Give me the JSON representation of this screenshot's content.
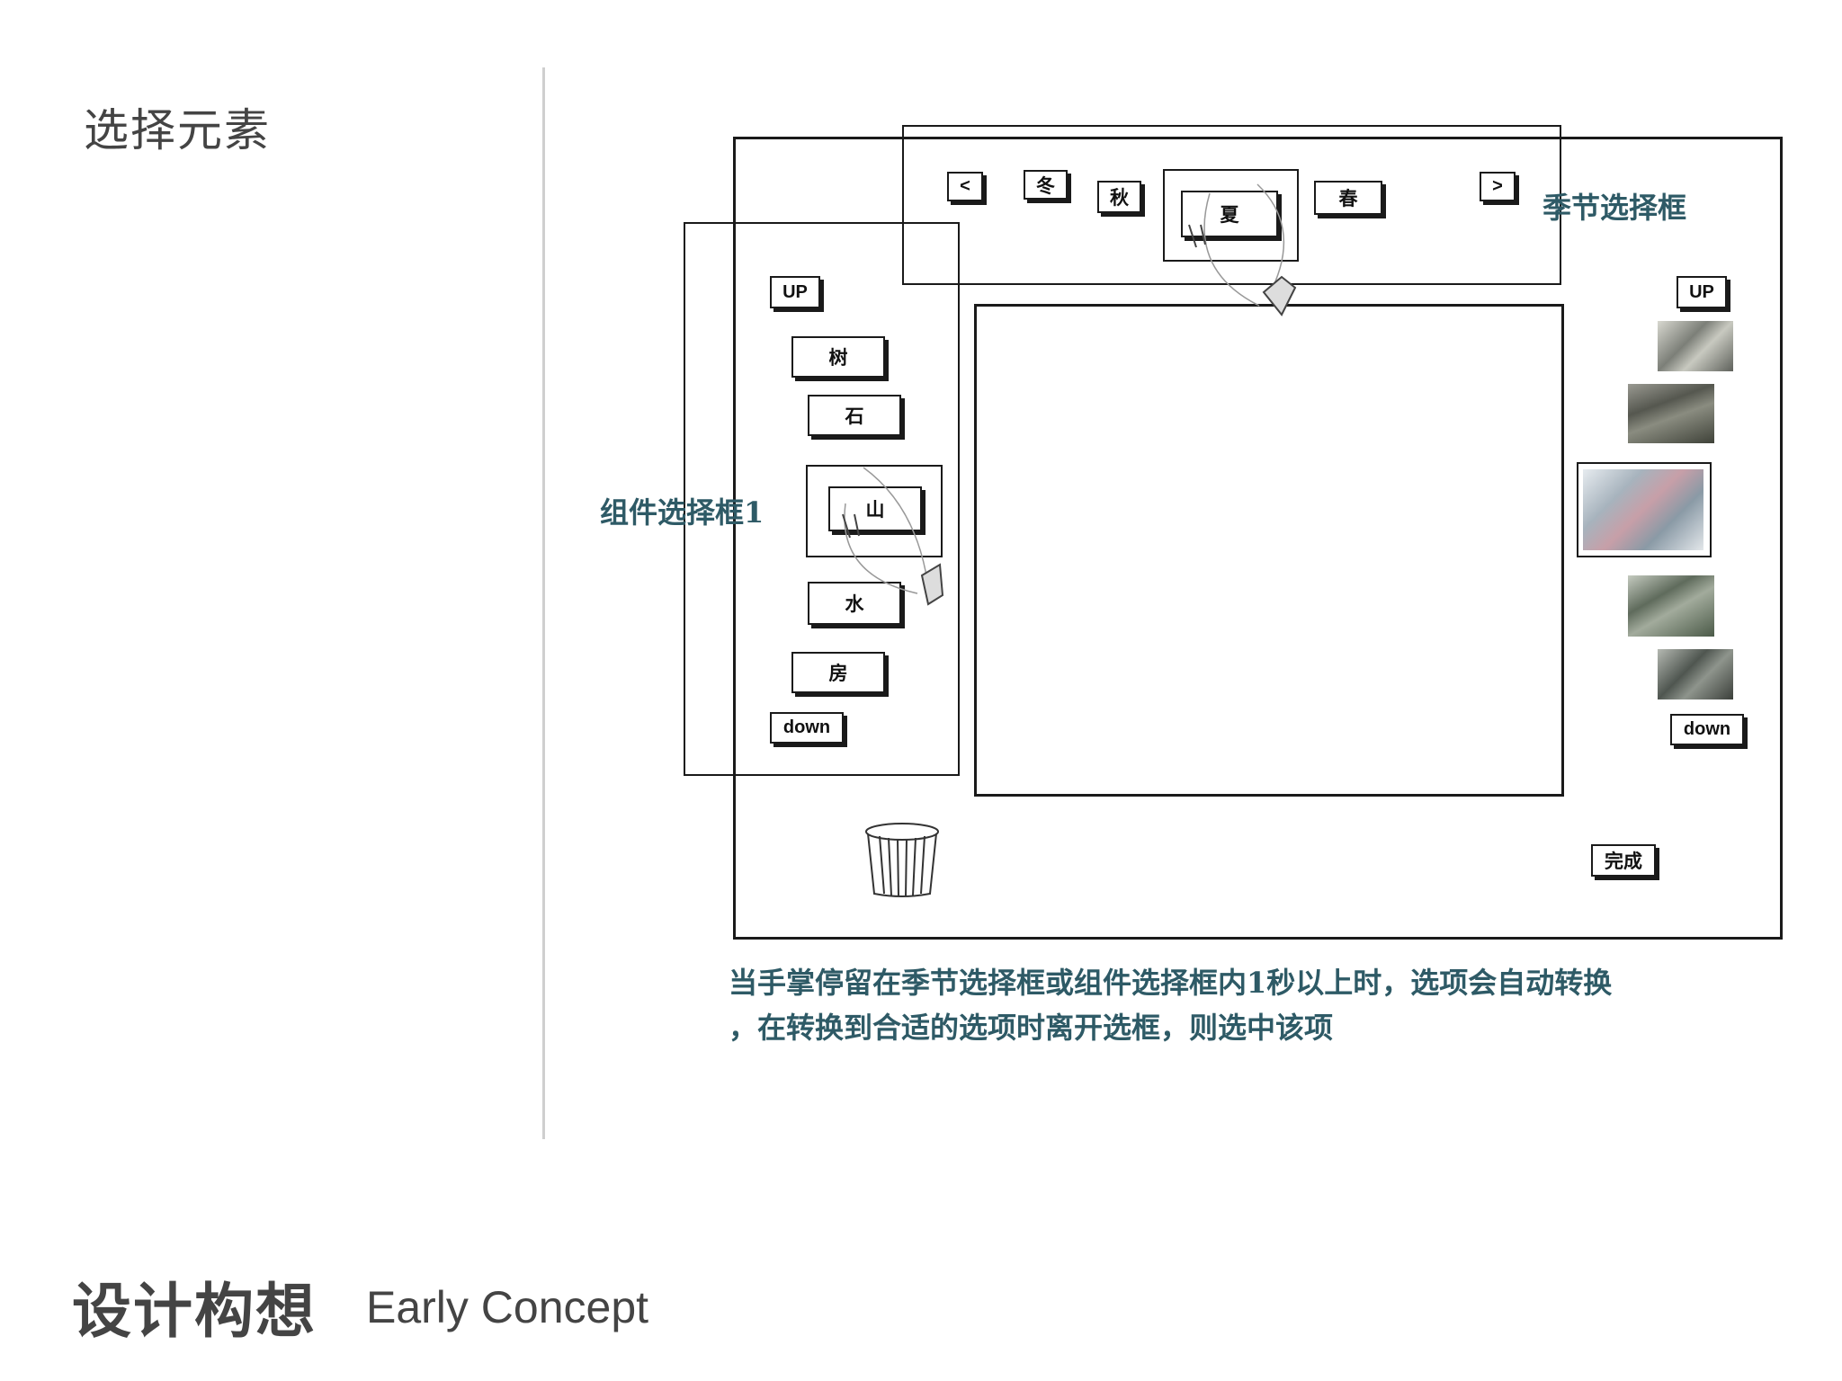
{
  "page": {
    "section_title": "选择元素",
    "footer_title": "设计构想",
    "footer_subtitle": "Early Concept"
  },
  "sketch": {
    "season_label": "季节选择框",
    "component_label": "组件选择框1",
    "season_buttons": {
      "prev": "<",
      "next": ">",
      "items": [
        "冬",
        "秋",
        "夏",
        "春"
      ]
    },
    "left_panel": {
      "up": "UP",
      "down": "down",
      "items": [
        "树",
        "石",
        "山",
        "水",
        "房"
      ]
    },
    "right_panel": {
      "up": "UP",
      "down": "down"
    },
    "done_button": "完成",
    "caption_lines": [
      "当手掌停留在季节选择框或组件选择框内1秒以上时，选项会自动转换",
      "，在转换到合适的选项时离开选框，则选中该项"
    ]
  },
  "icons": {
    "trash": "trash-can-icon",
    "hand": "hand-cursor-icon"
  }
}
